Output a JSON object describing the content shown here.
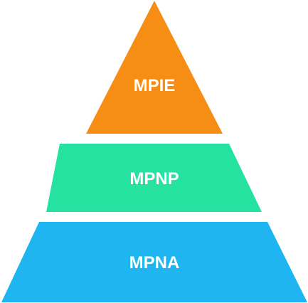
{
  "diagram": {
    "type": "pyramid",
    "tiers": [
      {
        "label": "MPIE",
        "color": "#F68D14"
      },
      {
        "label": "MPNP",
        "color": "#25E2A0"
      },
      {
        "label": "MPNA",
        "color": "#1FB5F1"
      }
    ]
  }
}
